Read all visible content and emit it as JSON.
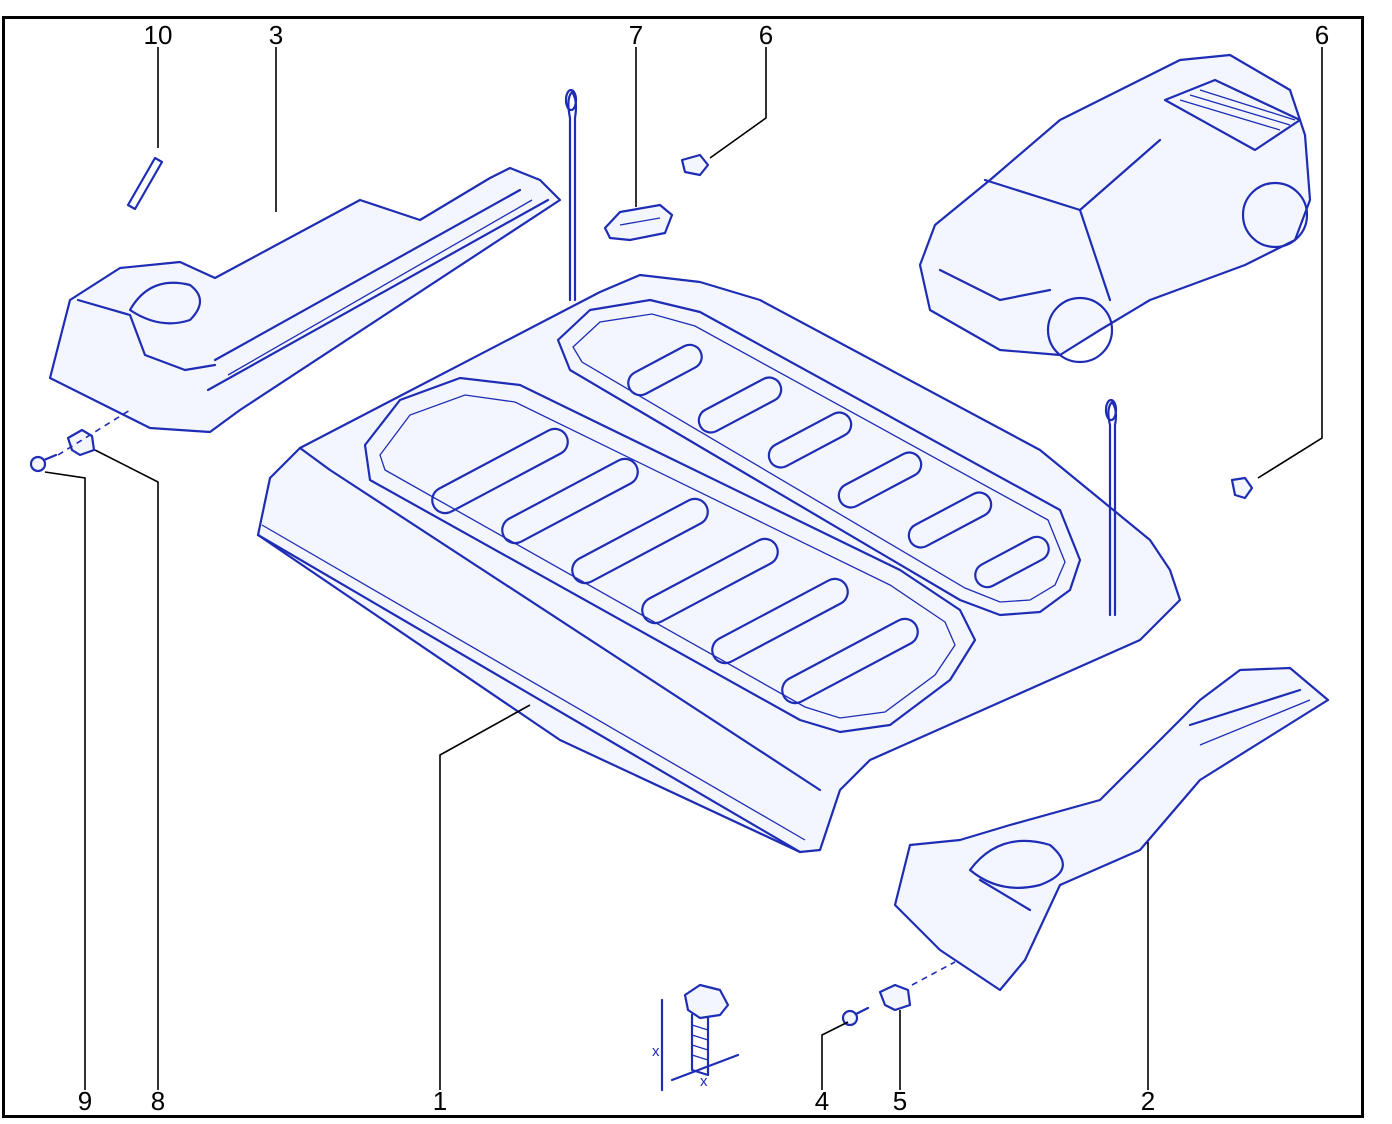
{
  "diagram": {
    "callouts": [
      {
        "id": "c10",
        "label": "10"
      },
      {
        "id": "c3",
        "label": "3"
      },
      {
        "id": "c7",
        "label": "7"
      },
      {
        "id": "c6a",
        "label": "6"
      },
      {
        "id": "c6b",
        "label": "6"
      },
      {
        "id": "c9",
        "label": "9"
      },
      {
        "id": "c8",
        "label": "8"
      },
      {
        "id": "c1",
        "label": "1"
      },
      {
        "id": "c4",
        "label": "4"
      },
      {
        "id": "c5",
        "label": "5"
      },
      {
        "id": "c2",
        "label": "2"
      }
    ],
    "bolt_dimension_label": "x",
    "colors": {
      "line": "#1e2db4",
      "callout": "#000000",
      "frame": "#000000"
    }
  }
}
